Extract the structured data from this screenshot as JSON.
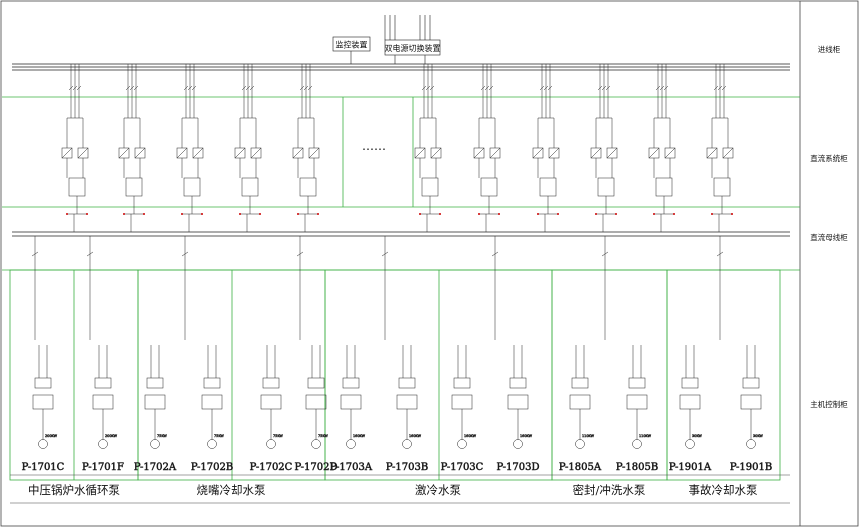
{
  "top_boxes": {
    "monitor": "监控装置",
    "ats": "双电源切换装置"
  },
  "sections": [
    "进线柜",
    "直流系统柜",
    "直流母线柜",
    "主机控制柜"
  ],
  "middle_text": "……",
  "pumps": [
    {
      "id": "P-1701C",
      "power": "200KW"
    },
    {
      "id": "P-1701F",
      "power": "200KW"
    },
    {
      "id": "P-1702A",
      "power": "75KW"
    },
    {
      "id": "P-1702B",
      "power": "75KW"
    },
    {
      "id": "P-1702C",
      "power": "75KW"
    },
    {
      "id": "P-1702D",
      "power": "75KW"
    },
    {
      "id": "P-1703A",
      "power": "160KW"
    },
    {
      "id": "P-1703B",
      "power": "160KW"
    },
    {
      "id": "P-1703C",
      "power": "160KW"
    },
    {
      "id": "P-1703D",
      "power": "160KW"
    },
    {
      "id": "P-1805A",
      "power": "110KW"
    },
    {
      "id": "P-1805B",
      "power": "110KW"
    },
    {
      "id": "P-1901A",
      "power": "30KW"
    },
    {
      "id": "P-1901B",
      "power": "30KW"
    }
  ],
  "groups": [
    {
      "name": "中压锅炉水循环泵"
    },
    {
      "name": "烧嘴冷却水泵"
    },
    {
      "name": "激冷水泵"
    },
    {
      "name": "密封/冲洗水泵"
    },
    {
      "name": "事故冷却水泵"
    }
  ]
}
